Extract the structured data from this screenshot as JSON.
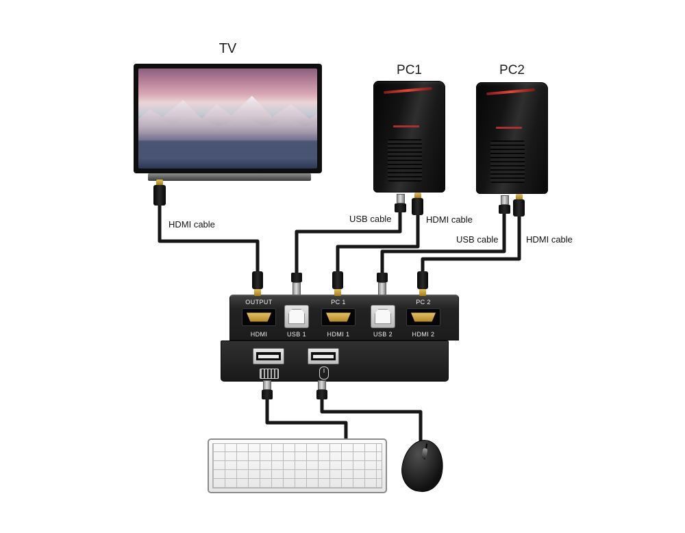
{
  "diagram": {
    "tv": {
      "label": "TV"
    },
    "pc1": {
      "label": "PC1"
    },
    "pc2": {
      "label": "PC2"
    },
    "cables": {
      "tv_hdmi": "HDMI cable",
      "pc1_usb": "USB cable",
      "pc1_hdmi": "HDMI cable",
      "pc2_usb": "USB cable",
      "pc2_hdmi": "HDMI cable"
    },
    "kvm": {
      "rear_top_labels": {
        "output": "OUTPUT",
        "pc1": "PC 1",
        "pc2": "PC 2"
      },
      "rear_port_labels": {
        "hdmi_out": "HDMI",
        "usb1": "USB 1",
        "hdmi1": "HDMI 1",
        "usb2": "USB 2",
        "hdmi2": "HDMI 2"
      }
    },
    "colors": {
      "background": "#ffffff",
      "cable": "#161616",
      "hdmi_gold": "#c79a2e",
      "panel": "#2b2b2b",
      "accent_red": "#c0392b"
    }
  }
}
